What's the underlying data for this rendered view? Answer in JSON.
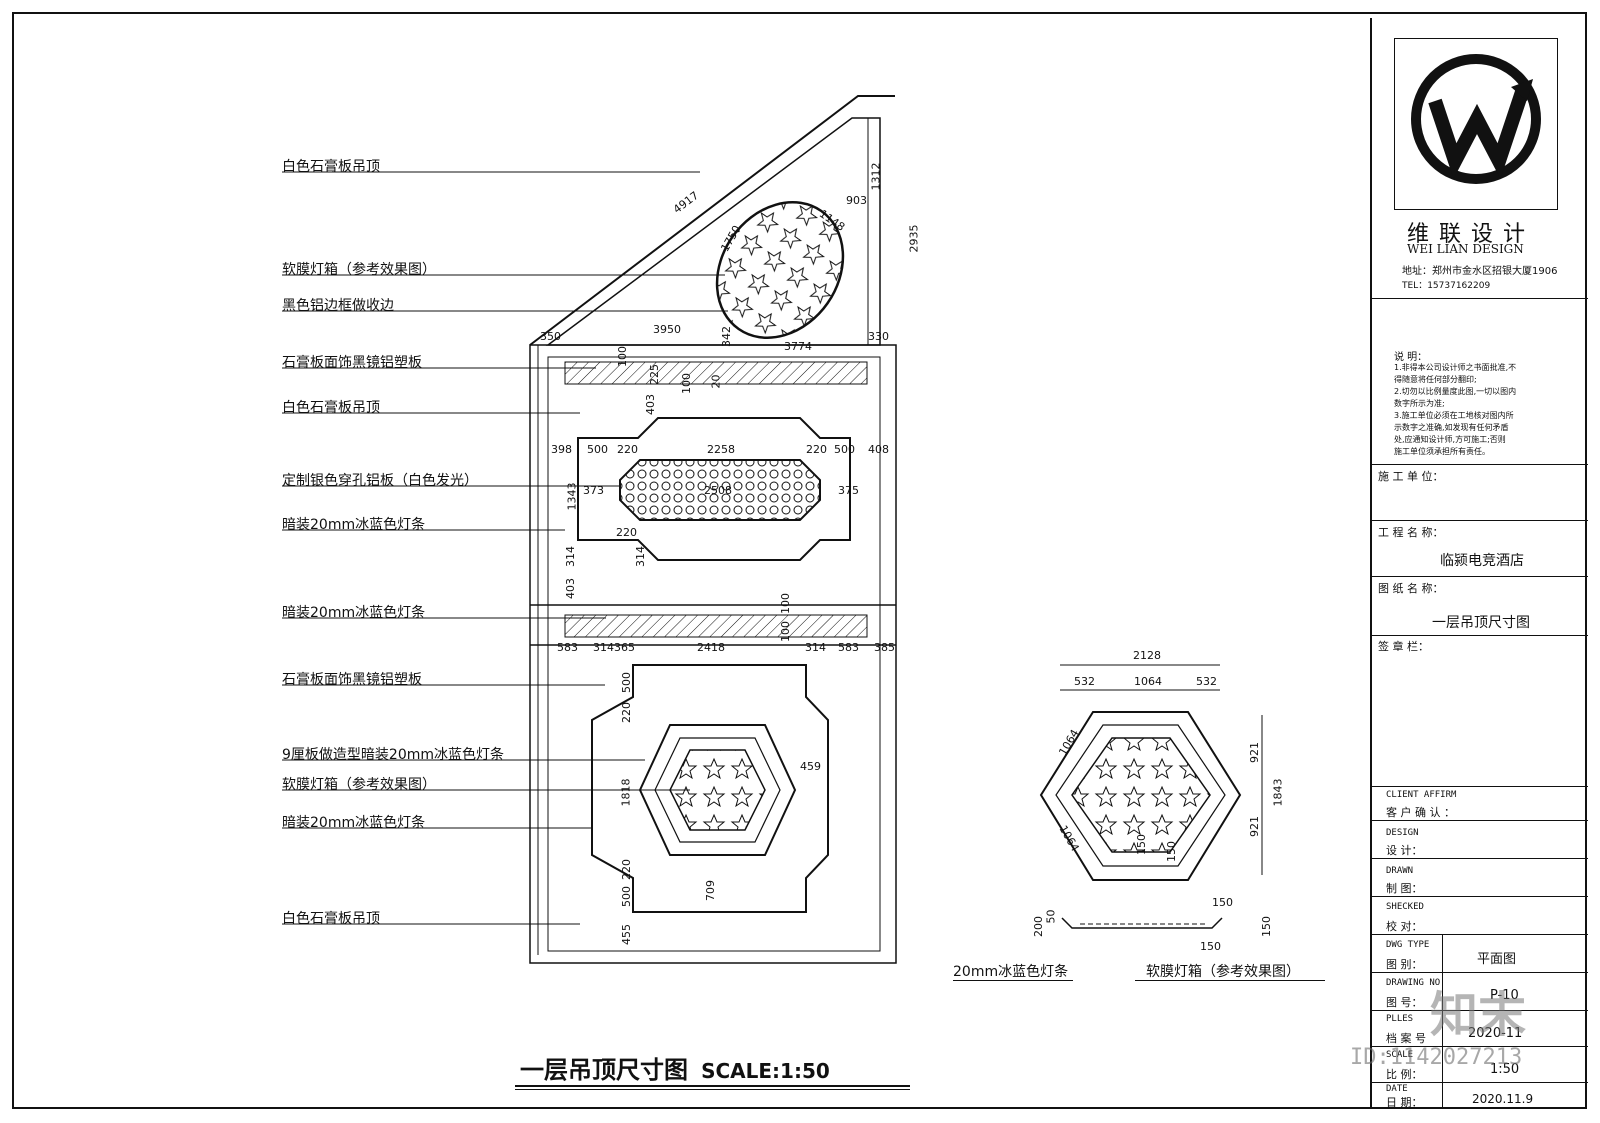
{
  "labels": {
    "l1": "白色石膏板吊顶",
    "l2": "软膜灯箱（参考效果图）",
    "l3": "黑色铝边框做收边",
    "l4": "石膏板面饰黑镜铝塑板",
    "l5": "白色石膏板吊顶",
    "l6": "定制银色穿孔铝板（白色发光）",
    "l7": "暗装20mm冰蓝色灯条",
    "l8": "暗装20mm冰蓝色灯条",
    "l9": "石膏板面饰黑镜铝塑板",
    "l10": "9厘板做造型暗装20mm冰蓝色灯条",
    "l11": "软膜灯箱（参考效果图）",
    "l12": "暗装20mm冰蓝色灯条",
    "l13": "白色石膏板吊顶",
    "detail1": "20mm冰蓝色灯条",
    "detail2": "软膜灯箱（参考效果图）"
  },
  "dims": {
    "d4917": "4917",
    "d1312": "1312",
    "d903": "903",
    "d2935": "2935",
    "d1148": "1148",
    "d1750": "1750",
    "d350": "350",
    "d3950": "3950",
    "d342": "342",
    "d330": "330",
    "d3774": "3774",
    "d100a": "100",
    "d225": "225",
    "d100b": "100",
    "d20": "20",
    "d403a": "403",
    "d398": "398",
    "d500a": "500",
    "d220a": "220",
    "d2258": "2258",
    "d220b": "220",
    "d500b": "500",
    "d408": "408",
    "d1343": "1343",
    "d373": "373",
    "d2508": "2508",
    "d375": "375",
    "d220c": "220",
    "d314a": "314",
    "d314b": "314",
    "d403b": "403",
    "d100c": "100",
    "d100d": "100",
    "d583a": "583",
    "d314c": "314",
    "d365": "365",
    "d2418": "2418",
    "d314d": "314",
    "d583b": "583",
    "d385": "385",
    "d500c": "500",
    "d220d": "220",
    "d1818": "1818",
    "d459": "459",
    "d220e": "220",
    "d500d": "500",
    "d709": "709",
    "d455": "455",
    "d2128": "2128",
    "d532a": "532",
    "d1064a": "1064",
    "d532b": "532",
    "d1064b": "1064",
    "d1064c": "1064",
    "d921a": "921",
    "d921b": "921",
    "d1843": "1843",
    "d150a": "150",
    "d150b": "150",
    "d200": "200",
    "d50": "50",
    "d150c": "150",
    "d150d": "150",
    "d150e": "150"
  },
  "title": {
    "main": "一层吊顶尺寸图",
    "scale": "SCALE:1:50"
  },
  "titleblock": {
    "company_cn": "维联设计",
    "company_en": "WEI LIAN DESIGN",
    "address": "地址：郑州市金水区招银大厦1906",
    "tel": "TEL：15737162209",
    "notes_title": "说 明：",
    "note1": "1.非得本公司设计师之书面批准,不",
    "note2": "得随意将任何部分翻印;",
    "note3": "2.切勿以比例量度此图,一切以图内",
    "note4": "数字所示为准;",
    "note5": "3.施工单位必须在工地核对图内所",
    "note6": "示数字之准确,如发现有任何矛盾",
    "note7": "处,应通知设计师,方可施工;否则",
    "note8": "施工单位须承担所有责任。",
    "contractor": "施 工 单 位：",
    "project_label": "工 程 名 称：",
    "project": "临颍电竞酒店",
    "drawing_label": "图 纸 名 称：",
    "drawing": "一层吊顶尺寸图",
    "sign": "签 章 栏：",
    "client_en": "CLIENT AFFIRM",
    "client_cn": "客 户 确 认 ：",
    "design_en": "DESIGN",
    "design_cn": "设   计：",
    "drawn_en": "DRAWN",
    "drawn_cn": "制   图：",
    "checked_en": "SHECKED",
    "checked_cn": "校   对：",
    "dwgtype_en": "DWG TYPE",
    "dwgtype_cn": "图   别：",
    "dwgtype": "平面图",
    "dwgno_en": "DRAWING NO",
    "dwgno_cn": "图   号：",
    "dwgno": "P-10",
    "plles_en": "PLLES",
    "plles_cn": "档 案 号",
    "plles": "2020-11",
    "scale_en": "SCALE",
    "scale_cn": "比   例：",
    "scale": "1:50",
    "date_en": "DATE",
    "date_cn": "日   期：",
    "date": "2020.11.9"
  },
  "watermarks": {
    "id": "ID:1142027213",
    "brand": "知末"
  }
}
